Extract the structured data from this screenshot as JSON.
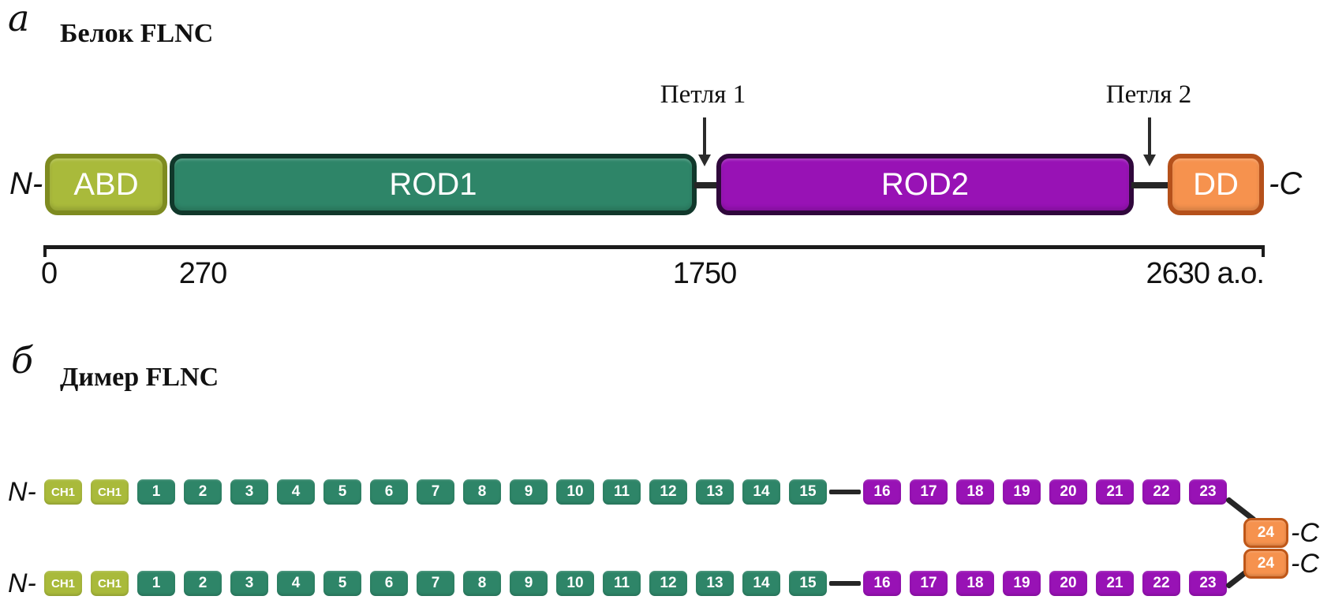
{
  "figure": {
    "panel_a": {
      "panel_label": "а",
      "title": "Белок FLNC",
      "n_terminus": "N-",
      "c_terminus": "-C",
      "loops": [
        {
          "label": "Петля 1"
        },
        {
          "label": "Петля 2"
        }
      ],
      "domains": [
        {
          "label": "ABD"
        },
        {
          "label": "ROD1"
        },
        {
          "label": "ROD2"
        },
        {
          "label": "DD"
        }
      ],
      "scale_ticks": [
        "0",
        "270",
        "1750",
        "2630 а.о."
      ]
    },
    "panel_b": {
      "panel_label": "б",
      "title": "Димер FLNC",
      "chain": {
        "n_terminus": "N-",
        "c_terminus": "-C",
        "ch_domains": [
          "CH1",
          "CH1"
        ],
        "rod1_repeats": [
          "1",
          "2",
          "3",
          "4",
          "5",
          "6",
          "7",
          "8",
          "9",
          "10",
          "11",
          "12",
          "13",
          "14",
          "15"
        ],
        "rod2_repeats": [
          "16",
          "17",
          "18",
          "19",
          "20",
          "21",
          "22",
          "23"
        ],
        "dimerization_domain": "24"
      }
    },
    "colors": {
      "olive_fill": "#a9ba3b",
      "olive_border": "#7e8b20",
      "teal_fill": "#2e8568",
      "teal_border": "#11382b",
      "purple_fill": "#9812b5",
      "purple_border": "#30083c",
      "orange_fill": "#f6924e",
      "orange_border": "#b5511b",
      "line": "#262626",
      "text": "#111111"
    }
  }
}
